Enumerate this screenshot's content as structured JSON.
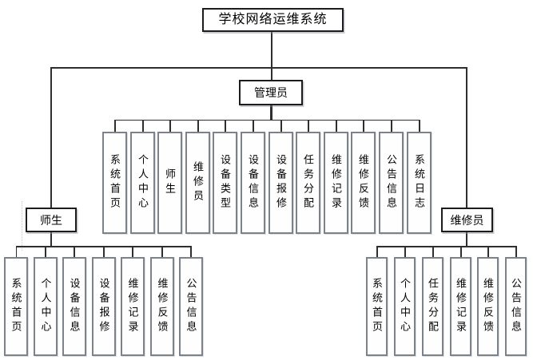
{
  "diagram": {
    "root": {
      "label": "学校网络运维系统"
    },
    "admin": {
      "label": "管理员"
    },
    "teacher": {
      "label": "师生"
    },
    "repair": {
      "label": "维修员"
    },
    "admin_children": [
      "系统首页",
      "个人中心",
      "师生",
      "维修员",
      "设备类型",
      "设备信息",
      "设备报修",
      "任务分配",
      "维修记录",
      "维修反馈",
      "公告信息",
      "系统日志"
    ],
    "teacher_children": [
      "系统首页",
      "个人中心",
      "设备信息",
      "设备报修",
      "维修记录",
      "维修反馈",
      "公告信息"
    ],
    "repair_children": [
      "系统首页",
      "个人中心",
      "任务分配",
      "维修记录",
      "维修反馈",
      "公告信息"
    ]
  },
  "colors": {
    "line": "#2e2e2e",
    "parent-border": "#1c1c1c",
    "child-border": "#7c828a"
  }
}
